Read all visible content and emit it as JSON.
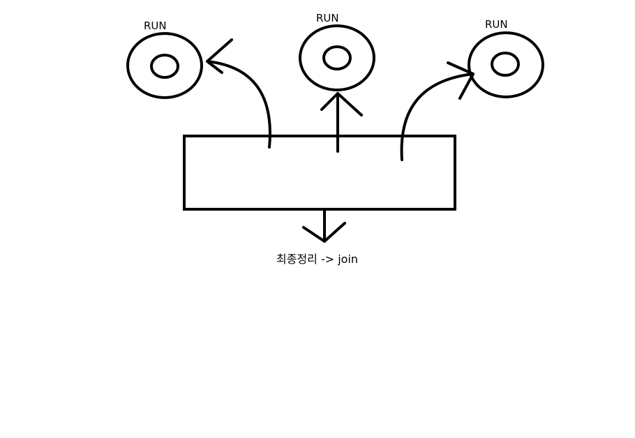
{
  "diagram": {
    "threads": [
      {
        "id": "left",
        "label": "RUN"
      },
      {
        "id": "middle",
        "label": "RUN"
      },
      {
        "id": "right",
        "label": "RUN"
      }
    ],
    "caption": "최종정리 -> join",
    "colors": {
      "stroke": "#000000",
      "background": "#ffffff"
    }
  }
}
